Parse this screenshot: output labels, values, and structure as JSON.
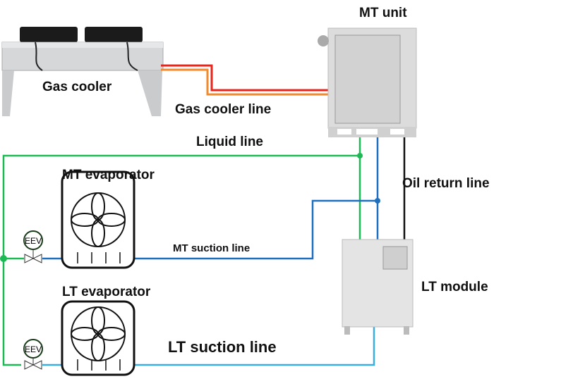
{
  "labels": {
    "gas_cooler": "Gas cooler",
    "gas_cooler_line": "Gas cooler line",
    "mt_unit": "MT unit",
    "liquid_line": "Liquid line",
    "mt_evaporator": "MT evaporator",
    "mt_suction_line": "MT suction line",
    "oil_return_line": "Oil return line",
    "lt_evaporator": "LT evaporator",
    "lt_module": "LT module",
    "lt_suction_line": "LT suction line",
    "eev_mt": "EEV",
    "eev_lt": "EEV"
  },
  "colors": {
    "liquid_line": "#1db954",
    "mt_suction_line": "#1f6fbf",
    "lt_suction_line": "#3aaee0",
    "oil_return_line": "#111111",
    "gas_cooler_line_outer": "#e8261b",
    "gas_cooler_line_inner": "#f08a2c"
  }
}
